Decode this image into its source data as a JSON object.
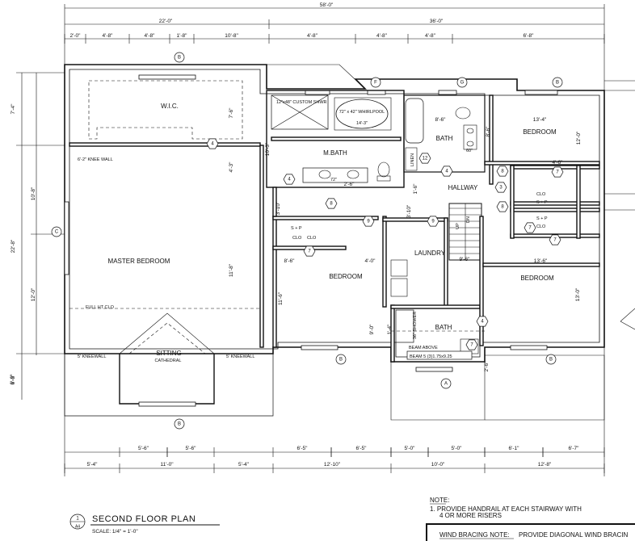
{
  "plan_title": "SECOND FLOOR PLAN",
  "scale": "SCALE: 1/4\" = 1'-0\"",
  "title_tag": {
    "number": "1",
    "sheet": "A4"
  },
  "rooms": {
    "wic": "W.I.C.",
    "mbath": "M.BATH",
    "master_bedroom": "MASTER BEDROOM",
    "sitting": "SITTING",
    "cathedral": "CATHEDRAL",
    "bedroom_left": "BEDROOM",
    "bedroom_right": "BEDROOM",
    "bedroom_upper_right": "BEDROOM",
    "laundry": "LAUNDRY",
    "bath_upper": "BATH",
    "bath_lower": "BATH",
    "hallway": "HALLWAY",
    "linen": "LINEN"
  },
  "fixtures": {
    "custom_shower": "12\"x48\" CUSTOM SHWR",
    "whirlpool": "72\" x 42\" WHIRLPOOL",
    "whirlpool_dim": "14'-3\"",
    "shelf_pole_1": "S + P",
    "shelf_pole_2": "S + P",
    "shelf_pole_3": "S + P",
    "clo_1": "CLO",
    "clo_2": "CLO",
    "clo_3": "CLO",
    "clo_4": "CLO",
    "knee_wall_top": "6'-2\" KNEE WALL",
    "full_ht_clo": "FULL HT CLO",
    "kneewall_left": "5' KNEEWALL",
    "kneewall_right": "5' KNEEWALL",
    "beam_above": "BEAM ABOVE",
    "beam_spec": "BEAM 5 (3)1.75x9.25",
    "shower": "36\" SHOWER",
    "up": "UP",
    "dn": "DN",
    "vanity": "72\"",
    "sixty": "60\""
  },
  "dims_top": {
    "overall": "58'-0\"",
    "left": "22'-0\"",
    "right": "36'-0\"",
    "row": [
      "2'-0\"",
      "4'-8\"",
      "4'-8\"",
      "1'-8\"",
      "10'-8\"",
      "4'-8\"",
      "4'-8\"",
      "4'-8\"",
      "6'-8\""
    ]
  },
  "dims_bottom": {
    "row1": [
      "5'-6\"",
      "5'-6\"",
      "6'-5\"",
      "6'-5\"",
      "5'-0\"",
      "5'-0\"",
      "6'-1\"",
      "6'-7\""
    ],
    "row2": [
      "5'-4\"",
      "11'-0\"",
      "5'-4\"",
      "12'-10\"",
      "10'-0\"",
      "12'-8\""
    ]
  },
  "dims_left": [
    "7'-4\"",
    "10'-8\"",
    "12'-0\"",
    "22'-8\"",
    "6'-3\""
  ],
  "dims_interior": {
    "a": "7'-6\"",
    "b": "4'-3\"",
    "c": "10'-3\"",
    "d": "8'-6\"",
    "e": "8'-6\"",
    "f": "13'-4\"",
    "g": "12'-0\"",
    "h": "4'-6\"",
    "i": "3'-10\"",
    "j": "3'-10\"",
    "k": "8'-6\"",
    "l": "4'-0\"",
    "m": "9'-6\"",
    "n": "13'-6\"",
    "o": "11'-8\"",
    "p": "11'-6\"",
    "q": "13'-0\"",
    "r": "9'-0\"",
    "s": "2'-6\"",
    "t": "1'-4\"",
    "u": "2'-6\"",
    "v": "6'-6\"",
    "w": "1'-6\""
  },
  "window_tags": [
    "B",
    "F",
    "G",
    "B",
    "C",
    "B",
    "B",
    "A",
    "B"
  ],
  "door_tags": [
    "4",
    "4",
    "8",
    "9",
    "9",
    "7",
    "7",
    "8",
    "8",
    "12",
    "4",
    "7",
    "7",
    "4",
    "7",
    "3"
  ],
  "notes": {
    "heading": "NOTE:",
    "line1": "1. PROVIDE HANDRAIL AT EACH STAIRWAY WITH",
    "line2": "4 OR MORE RISERS",
    "bracing_label": "WIND BRACING NOTE:",
    "bracing_text": "PROVIDE DIAGONAL WIND BRACIN"
  }
}
